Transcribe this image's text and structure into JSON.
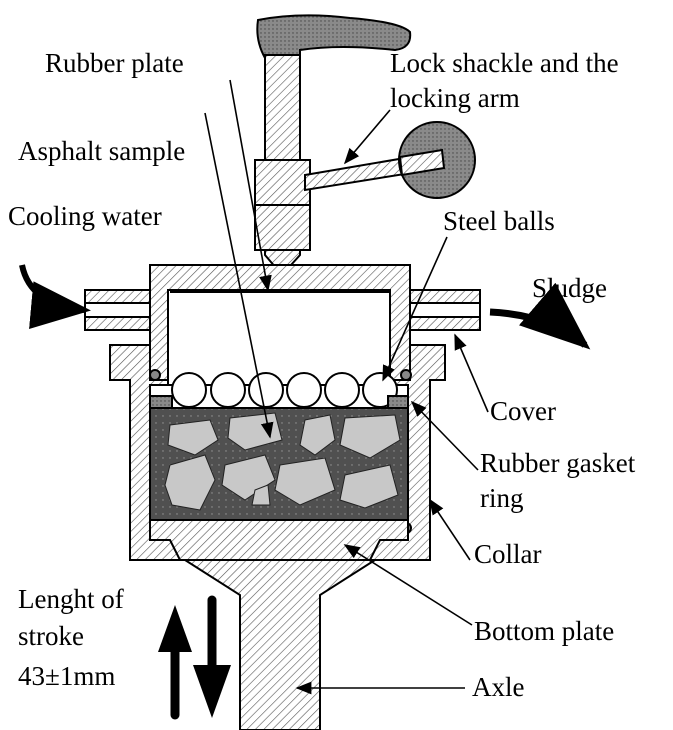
{
  "labels": {
    "rubber_plate": "Rubber plate",
    "lock_shackle_1": "Lock shackle and the",
    "lock_shackle_2": "locking arm",
    "asphalt_sample": "Asphalt sample",
    "cooling_water": "Cooling water",
    "steel_balls": "Steel balls",
    "sludge": "Sludge",
    "cover": "Cover",
    "rubber_gasket_1": "Rubber gasket",
    "rubber_gasket_2": "ring",
    "collar": "Collar",
    "stroke_1": "Lenght of",
    "stroke_2": "stroke",
    "stroke_3": "43±1mm",
    "bottom_plate": "Bottom plate",
    "axle": "Axle"
  },
  "colors": {
    "asphalt": "#505050",
    "stones": "#c8c8c8",
    "knob": "#8a8a8a",
    "hatch": "#000000"
  }
}
